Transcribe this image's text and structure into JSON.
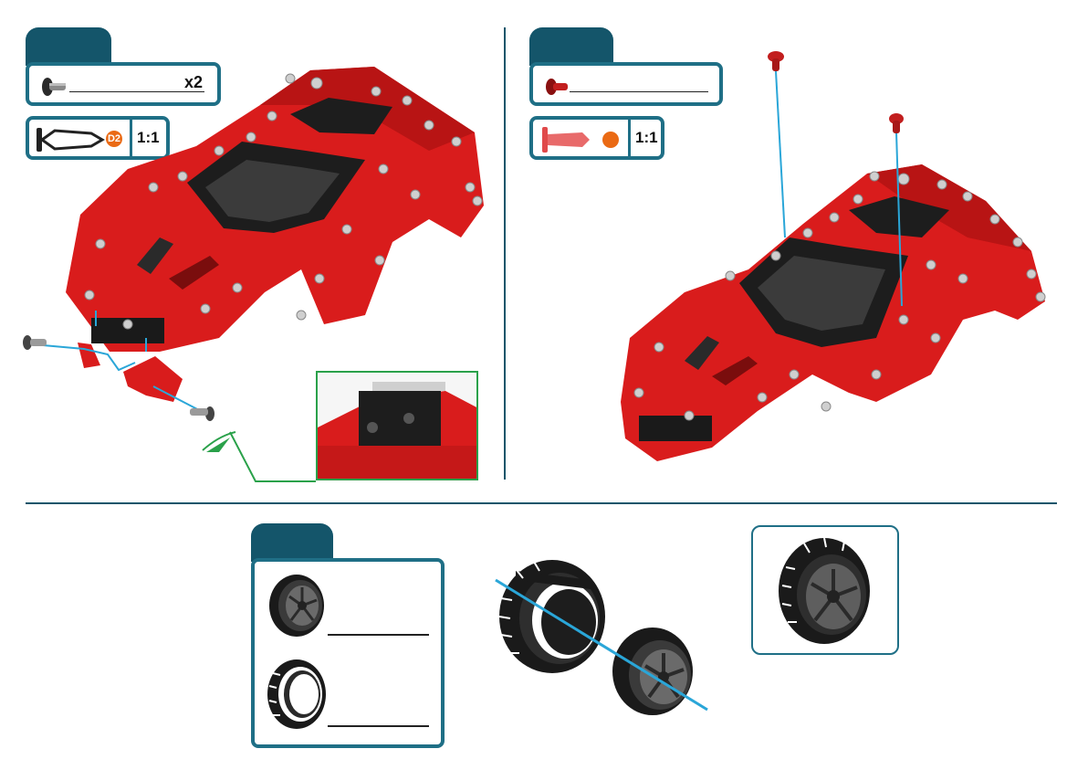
{
  "steps": {
    "left": {
      "part_quantity": "x2",
      "badge_code": "D2",
      "scale": "1:1"
    },
    "right": {
      "scale": "1:1"
    }
  },
  "colors": {
    "step_tab": "#14556a",
    "frame": "#1f6f86",
    "car_red": "#d91c1c",
    "badge_orange": "#ea6a14",
    "detail_green": "#2aa14a",
    "guide_blue": "#2aa6d8"
  }
}
